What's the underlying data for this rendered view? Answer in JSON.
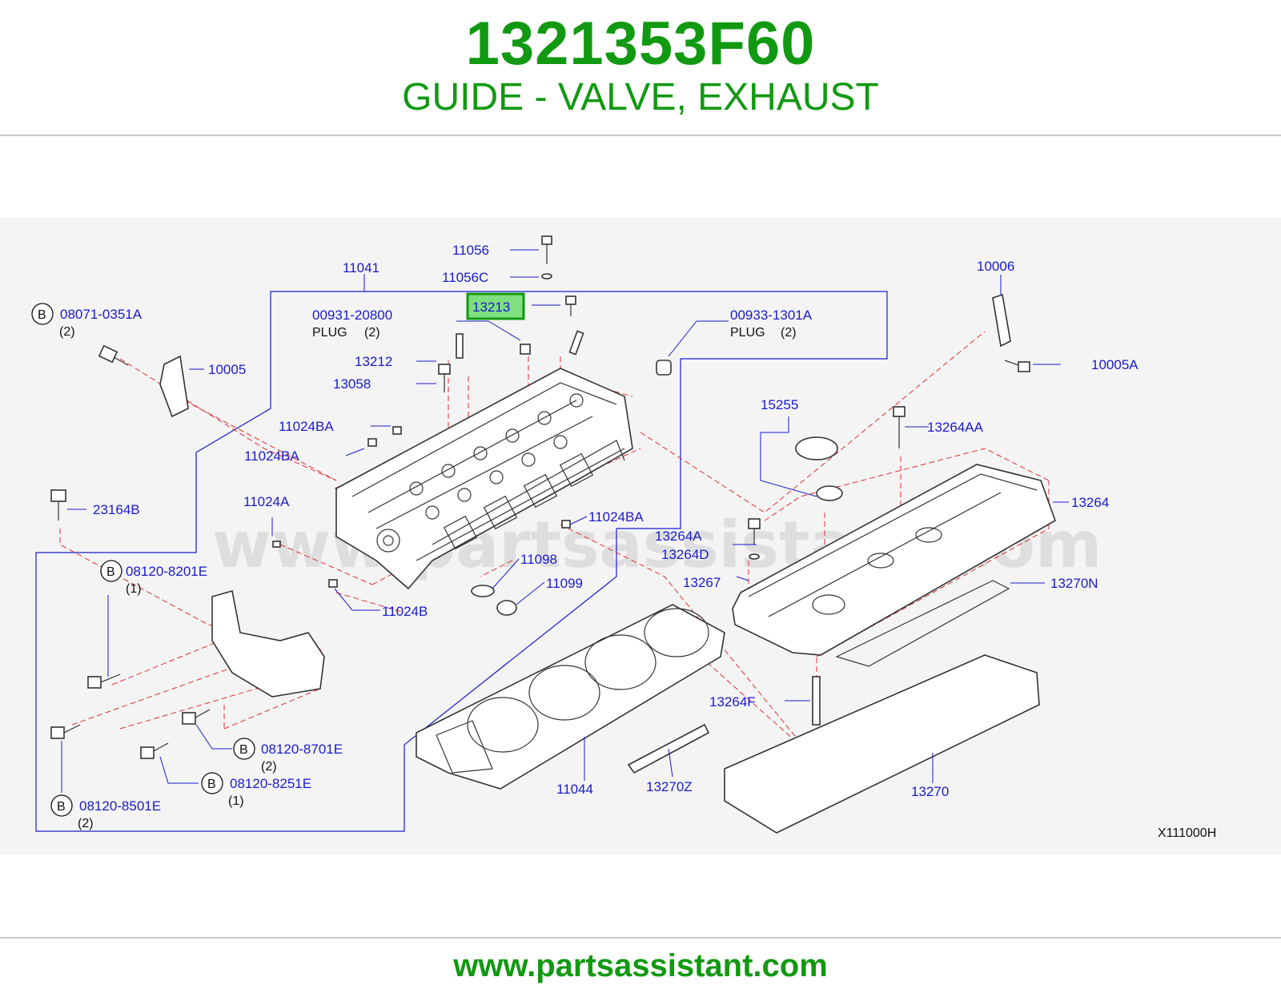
{
  "header": {
    "part_number": "1321353F60",
    "description": "GUIDE - VALVE, EXHAUST"
  },
  "watermark": "www.partsassistant.com",
  "diagram": {
    "ref_code": "X111000H",
    "highlighted_label": "13213",
    "labels": [
      {
        "id": "l11056",
        "text": "11056"
      },
      {
        "id": "l11056c",
        "text": "11056C"
      },
      {
        "id": "l11041",
        "text": "11041"
      },
      {
        "id": "l10006",
        "text": "10006"
      },
      {
        "id": "l00931",
        "text": "00931-20800"
      },
      {
        "id": "lplug1",
        "text": "PLUG"
      },
      {
        "id": "lplug1q",
        "text": "(2)"
      },
      {
        "id": "l00933",
        "text": "00933-1301A"
      },
      {
        "id": "lplug2",
        "text": "PLUG"
      },
      {
        "id": "lplug2q",
        "text": "(2)"
      },
      {
        "id": "l08071",
        "text": "08071-0351A"
      },
      {
        "id": "l08071q",
        "text": "(2)"
      },
      {
        "id": "l10005",
        "text": "10005"
      },
      {
        "id": "l13212",
        "text": "13212"
      },
      {
        "id": "l13058",
        "text": "13058"
      },
      {
        "id": "l10005a",
        "text": "10005A"
      },
      {
        "id": "l15255",
        "text": "15255"
      },
      {
        "id": "l13264aa",
        "text": "13264AA"
      },
      {
        "id": "l11024ba1",
        "text": "11024BA"
      },
      {
        "id": "l11024ba2",
        "text": "11024BA"
      },
      {
        "id": "l23164b",
        "text": "23164B"
      },
      {
        "id": "l11024a",
        "text": "11024A"
      },
      {
        "id": "l11024ba3",
        "text": "11024BA"
      },
      {
        "id": "l13264",
        "text": "13264"
      },
      {
        "id": "l13264a",
        "text": "13264A"
      },
      {
        "id": "l13264d",
        "text": "13264D"
      },
      {
        "id": "l08120_8201",
        "text": "08120-8201E"
      },
      {
        "id": "l08120_8201q",
        "text": "(1)"
      },
      {
        "id": "l11098",
        "text": "11098"
      },
      {
        "id": "l11099",
        "text": "11099"
      },
      {
        "id": "l13267",
        "text": "13267"
      },
      {
        "id": "l13270n",
        "text": "13270N"
      },
      {
        "id": "l11024b",
        "text": "11024B"
      },
      {
        "id": "l13264f",
        "text": "13264F"
      },
      {
        "id": "l08120_8701",
        "text": "08120-8701E"
      },
      {
        "id": "l08120_8701q",
        "text": "(2)"
      },
      {
        "id": "l11044",
        "text": "11044"
      },
      {
        "id": "l13270z",
        "text": "13270Z"
      },
      {
        "id": "l13270",
        "text": "13270"
      },
      {
        "id": "l08120_8251",
        "text": "08120-8251E"
      },
      {
        "id": "l08120_8251q",
        "text": "(1)"
      },
      {
        "id": "l08120_8501",
        "text": "08120-8501E"
      },
      {
        "id": "l08120_8501q",
        "text": "(2)"
      }
    ],
    "badges": [
      {
        "id": "b1",
        "text": "B"
      },
      {
        "id": "b2",
        "text": "B"
      },
      {
        "id": "b3",
        "text": "B"
      },
      {
        "id": "b4",
        "text": "B"
      },
      {
        "id": "b5",
        "text": "B"
      }
    ]
  },
  "footer": {
    "url": "www.partsassistant.com"
  },
  "colors": {
    "brand_green": "#119911",
    "label_blue": "#1a1acc",
    "highlight_fill": "#7fe07f",
    "dash_red": "#e03030",
    "line_gray": "#333333"
  }
}
